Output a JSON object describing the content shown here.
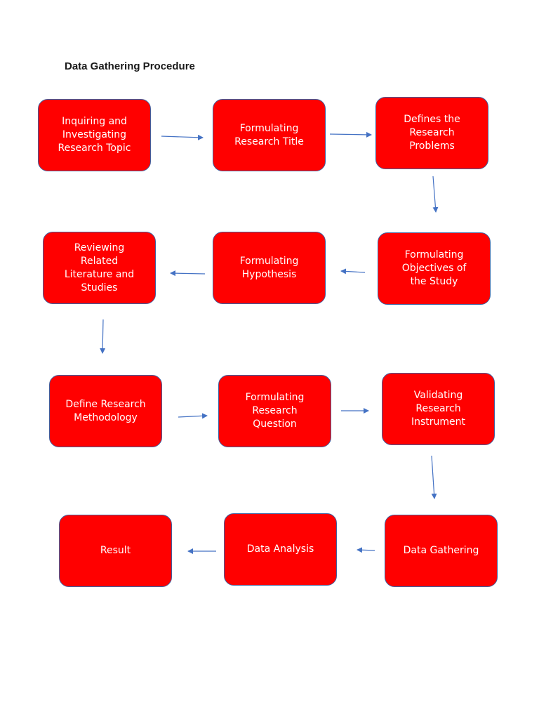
{
  "diagram": {
    "title": "Data Gathering Procedure",
    "steps": [
      {
        "id": "inquiring",
        "label": "Inquiring and\nInvestigating\nResearch Topic"
      },
      {
        "id": "formulating-title",
        "label": "Formulating\nResearch Title"
      },
      {
        "id": "defines-problems",
        "label": "Defines the\nResearch\nProblems"
      },
      {
        "id": "formulating-objectives",
        "label": "Formulating\nObjectives of\nthe Study"
      },
      {
        "id": "formulating-hypothesis",
        "label": "Formulating\nHypothesis"
      },
      {
        "id": "reviewing-literature",
        "label": "Reviewing\nRelated\nLiterature and\nStudies"
      },
      {
        "id": "define-methodology",
        "label": "Define Research\nMethodology"
      },
      {
        "id": "formulating-question",
        "label": "Formulating\nResearch\nQuestion"
      },
      {
        "id": "validating-instrument",
        "label": "Validating\nResearch\nInstrument"
      },
      {
        "id": "data-gathering",
        "label": "Data Gathering"
      },
      {
        "id": "data-analysis",
        "label": "Data Analysis"
      },
      {
        "id": "result",
        "label": "Result"
      }
    ],
    "colors": {
      "box_fill": "#ff0000",
      "box_border": "#3f5f9e",
      "arrow": "#4472c4",
      "text": "#ffffff"
    }
  }
}
